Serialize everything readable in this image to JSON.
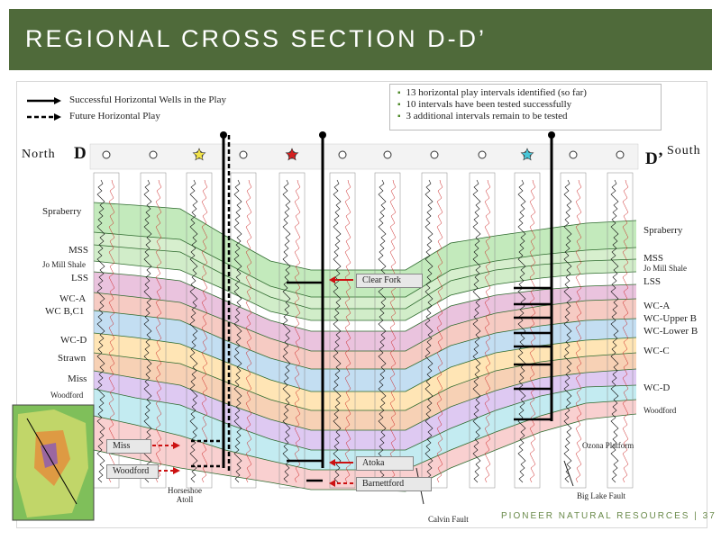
{
  "title": "REGIONAL CROSS SECTION D-D’",
  "legend": {
    "solid": "Successful Horizontal Wells in the Play",
    "dashed": "Future Horizontal Play"
  },
  "bullets": [
    "13 horizontal play intervals identified (so far)",
    "10 intervals have been tested successfully",
    "3 additional intervals remain to be tested"
  ],
  "directions": {
    "north": "North",
    "south": "South",
    "start": "D",
    "end": "D’"
  },
  "left_labels": [
    "Spraberry",
    "MSS",
    "Jo Mill Shale",
    "LSS",
    "WC-A",
    "WC B,C1",
    "WC-D",
    "Strawn",
    "Miss",
    "Woodford"
  ],
  "right_labels": [
    "Spraberry",
    "MSS",
    "Jo Mill Shale",
    "LSS",
    "WC-A",
    "WC-Upper B",
    "WC-Lower B",
    "WC-C",
    "WC-D",
    "Woodford"
  ],
  "callouts": {
    "clear_fork": "Clear Fork",
    "atoka": "Atoka",
    "barnett": "Barnettford",
    "miss": "Miss",
    "woodford": "Woodford"
  },
  "annotations": {
    "horseshoe": "Horseshoe\nAtoll",
    "calvin": "Calvin Fault",
    "ozona": "Ozona Platform",
    "big_lake": "Big Lake Fault"
  },
  "footer": "PIONEER NATURAL RESOURCES  |  37",
  "colors": {
    "title_bar": "#4f6a3a",
    "accent_text": "#6a8a4a",
    "arrow_red": "#cc1111"
  }
}
